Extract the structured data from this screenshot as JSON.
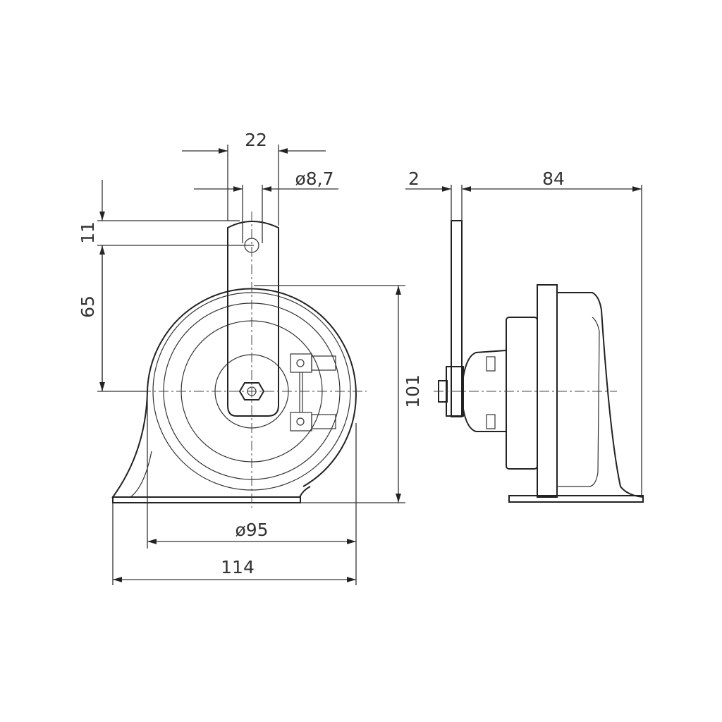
{
  "dimensions": {
    "bracket_width": "22",
    "hole_diameter": "ø8,7",
    "hole_offset": "11",
    "hole_to_center": "65",
    "total_height": "101",
    "body_diameter": "ø95",
    "total_width": "114",
    "bracket_thickness": "2",
    "depth": "84"
  },
  "colors": {
    "line": "#222222",
    "background": "#ffffff"
  }
}
